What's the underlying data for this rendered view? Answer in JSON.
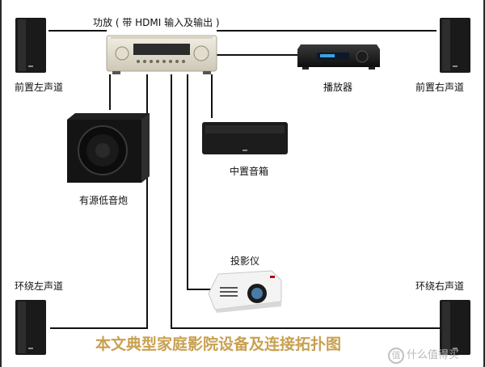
{
  "labels": {
    "amplifier": "功放 ( 带 HDMI 输入及输出 )",
    "player": "播放器",
    "front_left": "前置左声道",
    "front_right": "前置右声道",
    "subwoofer": "有源低音炮",
    "center": "中置音箱",
    "projector": "投影仪",
    "surround_left": "环绕左声道",
    "surround_right": "环绕右声道"
  },
  "caption": "本文典型家庭影院设备及连接拓扑图",
  "watermark": {
    "badge": "值",
    "text": "什么值得买"
  },
  "colors": {
    "caption": "#c8a050",
    "wire": "#111111",
    "speaker": "#1a1a1a",
    "amplifier": "#e7e3d5"
  }
}
